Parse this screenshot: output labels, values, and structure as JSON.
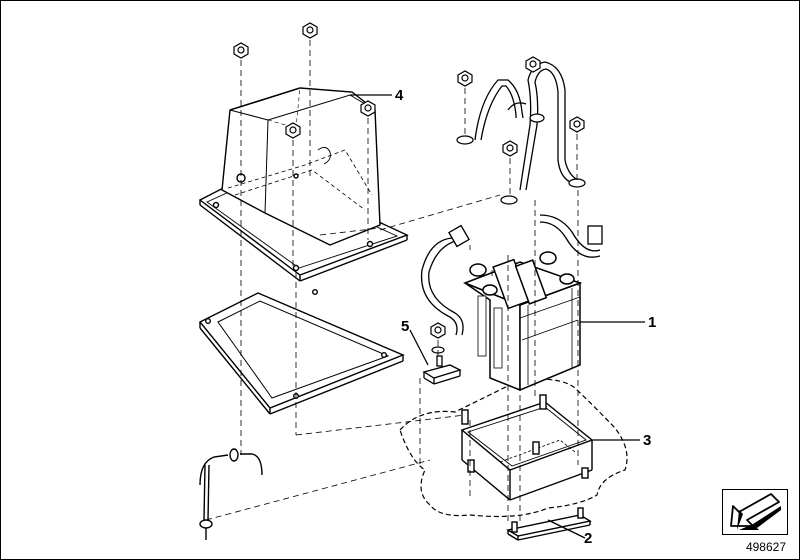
{
  "diagram": {
    "callouts": [
      {
        "id": "1",
        "label": "1"
      },
      {
        "id": "2",
        "label": "2"
      },
      {
        "id": "3",
        "label": "3"
      },
      {
        "id": "4",
        "label": "4"
      },
      {
        "id": "5",
        "label": "5"
      }
    ],
    "document_number": "498627",
    "nav_icon": "arrow-down-left-icon",
    "colors": {
      "line": "#000000",
      "background": "#ffffff",
      "shade": "#dddddd"
    }
  }
}
